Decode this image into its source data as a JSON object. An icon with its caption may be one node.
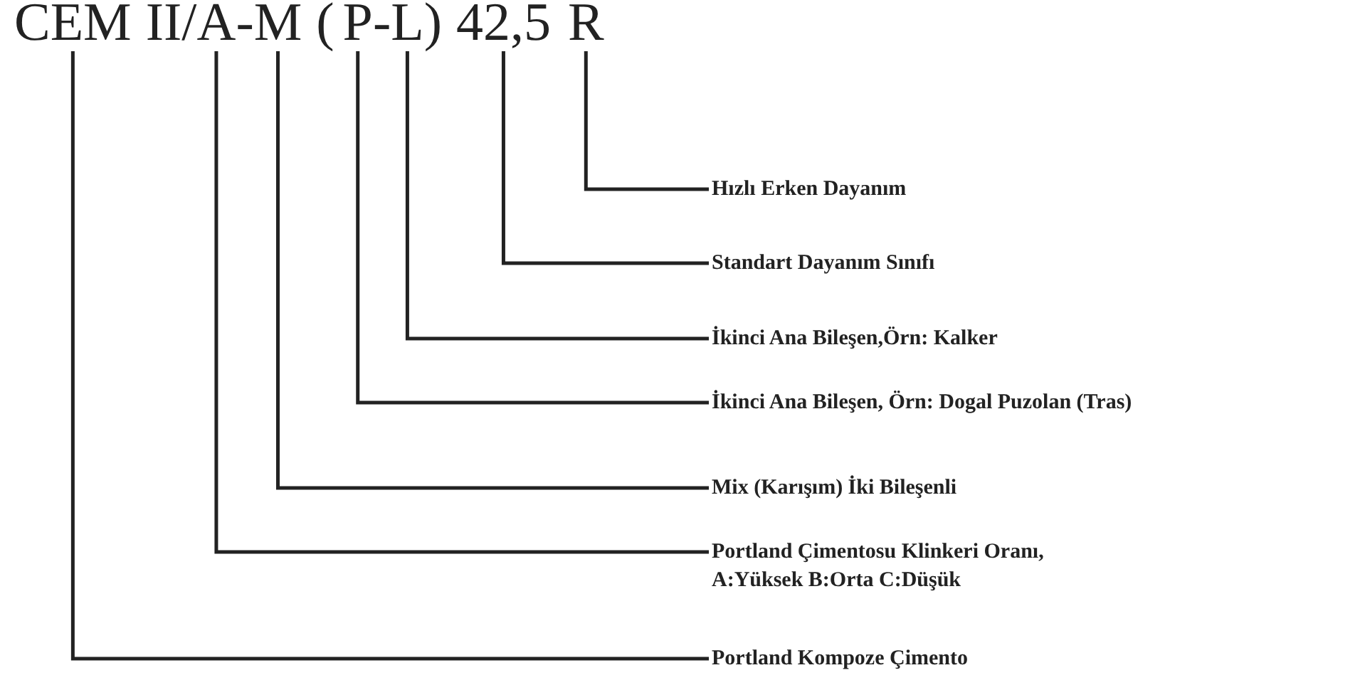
{
  "diagram": {
    "nodes": [
      {
        "text": [
          "CEM"
        ]
      },
      {
        "text": [
          "A"
        ]
      },
      {
        "text": [
          "M"
        ]
      },
      {
        "text": [
          "P"
        ]
      },
      {
        "text": [
          "L"
        ]
      },
      {
        "text": [
          "42,5"
        ]
      },
      {
        "text": [
          "R"
        ]
      },
      {
        "text": [
          "Hızlı Erken Dayanım"
        ]
      },
      {
        "text": [
          "Standart Dayanım Sınıfı"
        ]
      },
      {
        "text": [
          "İkinci Ana Bileşen,Örn: Kalker"
        ]
      },
      {
        "text": [
          "İkinci Ana Bileşen, Örn: Dogal Puzolan (Tras)"
        ]
      },
      {
        "text": [
          "Mix (Karışım) İki Bileşenli"
        ]
      },
      {
        "text": [
          "Portland Çimentosu Klinkeri Oranı, A:Yüksek B:Orta C:Düşük"
        ]
      },
      {
        "text": [
          "Portland Kompoze Çimento"
        ]
      }
    ],
    "edges": [
      {
        "from": 7,
        "to": 6,
        "arrow": "none"
      },
      {
        "from": 8,
        "to": 5,
        "arrow": "none"
      },
      {
        "from": 9,
        "to": 4,
        "arrow": "none"
      },
      {
        "from": 10,
        "to": 3,
        "arrow": "none"
      },
      {
        "from": 11,
        "to": 2,
        "arrow": "none"
      },
      {
        "from": 12,
        "to": 1,
        "arrow": "none"
      },
      {
        "from": 13,
        "to": 0,
        "arrow": "none"
      }
    ],
    "labels": [
      "II/",
      "-",
      "(",
      "-",
      ")"
    ]
  }
}
